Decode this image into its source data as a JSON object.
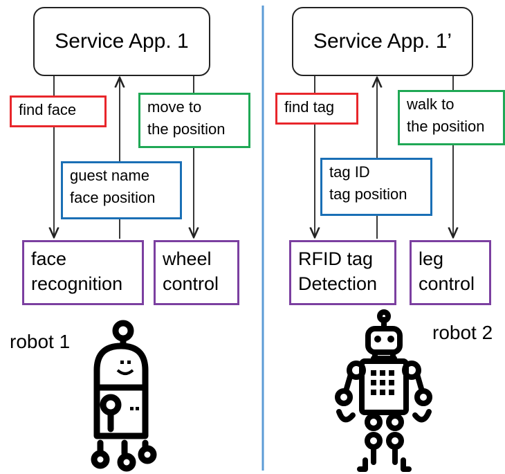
{
  "colors": {
    "message_red": "#e8262b",
    "message_green": "#1fa855",
    "message_blue": "#1a6fb5",
    "module_purple": "#7b3fa0",
    "divider": "#5b9bd5"
  },
  "left": {
    "app": "Service App. 1",
    "cmd_red": "find face",
    "cmd_green": [
      "move to",
      "the position"
    ],
    "result_blue": [
      "guest name",
      "face position"
    ],
    "module_1": [
      "face",
      "recognition"
    ],
    "module_2": [
      "wheel",
      "control"
    ],
    "robot_label": "robot 1",
    "robot_icon": "wheeled-robot-icon"
  },
  "right": {
    "app": "Service App. 1’",
    "cmd_red": "find tag",
    "cmd_green": [
      "walk to",
      "the position"
    ],
    "result_blue": [
      "tag ID",
      "tag position"
    ],
    "module_1": [
      "RFID tag",
      "Detection"
    ],
    "module_2": [
      "leg",
      "control"
    ],
    "robot_label": "robot 2",
    "robot_icon": "humanoid-robot-icon"
  }
}
